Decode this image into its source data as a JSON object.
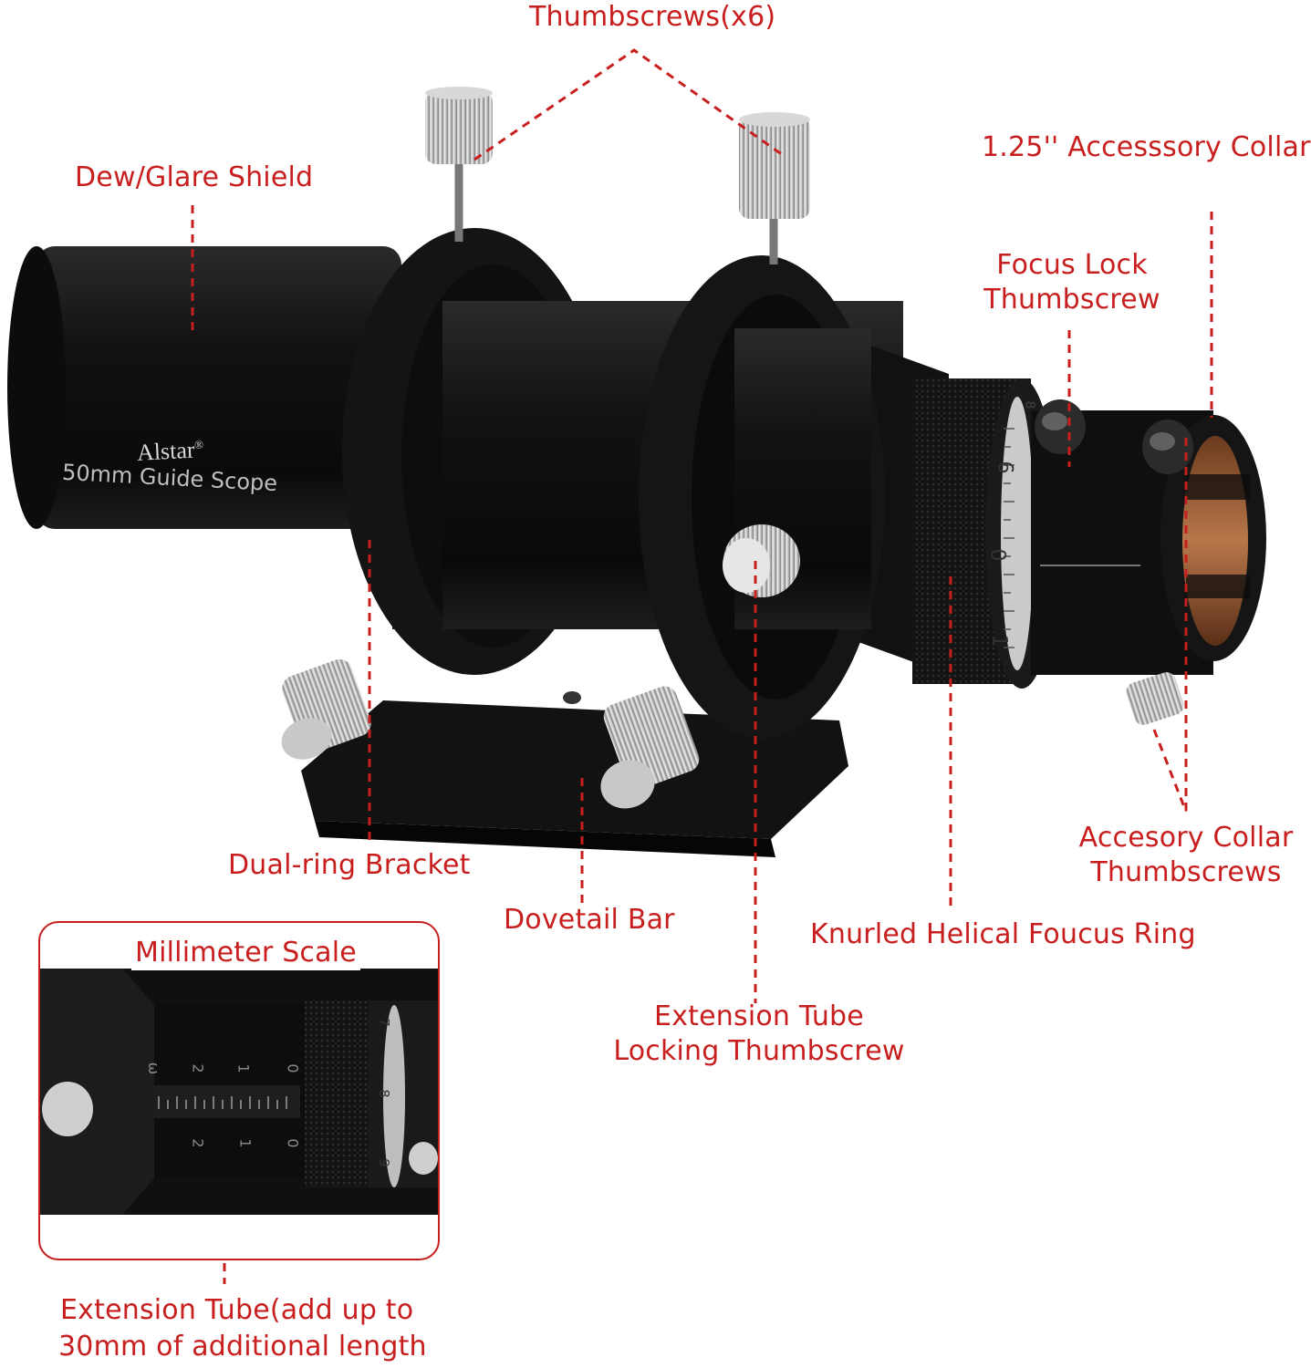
{
  "brand": {
    "name": "Alstar",
    "mark": "®",
    "model": "50mm Guide Scope"
  },
  "labels": {
    "thumbscrews": "Thumbscrews(x6)",
    "dew_shield": "Dew/Glare Shield",
    "accessory_collar": "1.25'' Accesssory Collar",
    "focus_lock_line1": "Focus Lock",
    "focus_lock_line2": "Thumbscrew",
    "dual_ring": "Dual-ring Bracket",
    "dovetail": "Dovetail Bar",
    "accessory_collar_screws_line1": "Accesory Collar",
    "accessory_collar_screws_line2": "Thumbscrews",
    "knurled_ring": "Knurled Helical Foucus Ring",
    "millimeter_scale": "Millimeter Scale",
    "ext_lock_line1": "Extension Tube",
    "ext_lock_line2": "Locking Thumbscrew",
    "ext_tube_line1": "Extension Tube(add up to",
    "ext_tube_line2": "30mm of additional length"
  },
  "scale_digits": {
    "main_focuser": [
      "8",
      "6",
      "0",
      "1"
    ],
    "inset_top": [
      "ω",
      "2",
      "1",
      "0"
    ],
    "inset_bottom": [
      "2",
      "1",
      "0"
    ],
    "inset_ring": [
      "7",
      "8",
      "9"
    ]
  },
  "colors": {
    "annotation": "#c81e1e",
    "scope_body": "#161616",
    "knob": "#c9c9c9"
  }
}
